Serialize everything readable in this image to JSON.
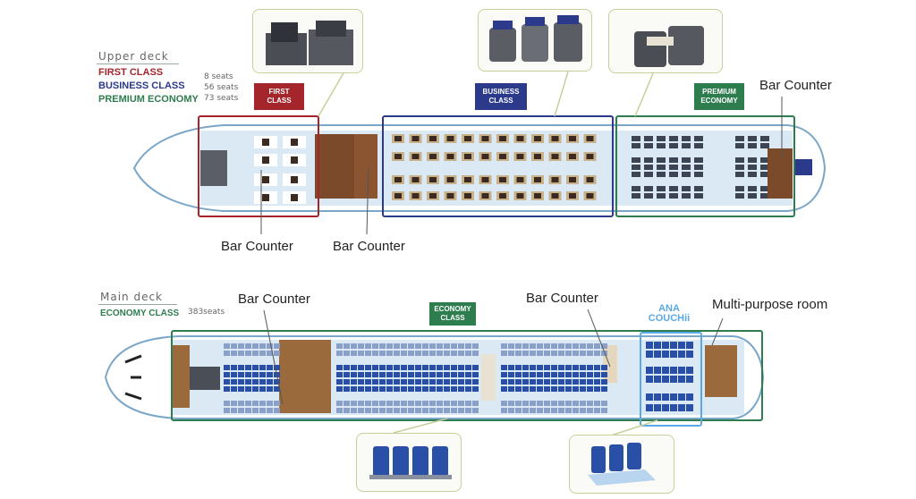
{
  "upper_deck": {
    "title": "Upper deck",
    "legend": [
      {
        "name": "FIRST CLASS",
        "seats": "8 seats",
        "color": "#a4262c"
      },
      {
        "name": "BUSINESS CLASS",
        "seats": "56 seats",
        "color": "#2c3a8c"
      },
      {
        "name": "PREMIUM ECONOMY",
        "seats": "73 seats",
        "color": "#2e7d4f"
      }
    ],
    "class_labels": {
      "first": "FIRST CLASS",
      "business": "BUSINESS CLASS",
      "premium": "PREMIUM ECONOMY"
    },
    "callouts": {
      "bar_1": "Bar Counter",
      "bar_2": "Bar Counter",
      "bar_3": "Bar Counter"
    }
  },
  "main_deck": {
    "title": "Main deck",
    "legend": {
      "name": "ECONOMY CLASS",
      "seats": "383seats",
      "color": "#2e7d4f"
    },
    "class_label": "ECONOMY CLASS",
    "couch_logo": {
      "line1": "ANA",
      "line2": "COUCHii"
    },
    "callouts": {
      "bar_1": "Bar Counter",
      "bar_2": "Bar Counter",
      "multi_purpose": "Multi-purpose room"
    }
  },
  "colors": {
    "first": "#a4262c",
    "business": "#2c3a8c",
    "premium": "#2e7d4f",
    "economy": "#2e7d4f",
    "couch": "#5aa9e6",
    "seat_blue": "#2a4fa6",
    "seat_gray": "#3d4555",
    "wood": "#7a4a2a",
    "cabin": "#dbe9f5"
  }
}
